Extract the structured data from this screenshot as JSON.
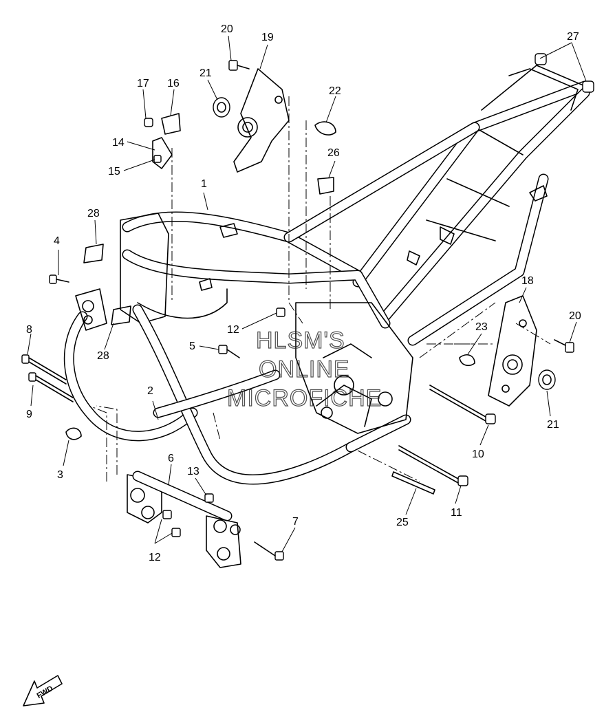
{
  "watermark": {
    "line1": "HLSM'S",
    "line2": "ONLINE",
    "line3": "MICROFICHE"
  },
  "fwd_label": "FWD",
  "callouts": {
    "c1": "1",
    "c2": "2",
    "c3": "3",
    "c4": "4",
    "c5": "5",
    "c6": "6",
    "c7": "7",
    "c8": "8",
    "c9": "9",
    "c10": "10",
    "c11": "11",
    "c12a": "12",
    "c12b": "12",
    "c13": "13",
    "c14": "14",
    "c15": "15",
    "c16": "16",
    "c17": "17",
    "c18": "18",
    "c19": "19",
    "c20a": "20",
    "c20b": "20",
    "c21a": "21",
    "c21b": "21",
    "c22": "22",
    "c23": "23",
    "c25": "25",
    "c26": "26",
    "c27": "27",
    "c28a": "28",
    "c28b": "28"
  }
}
